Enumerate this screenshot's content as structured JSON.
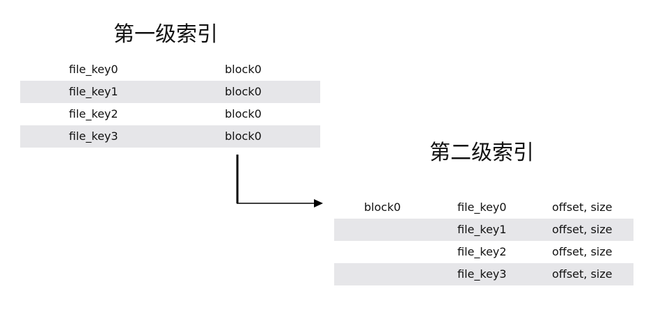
{
  "level1": {
    "title": "第一级索引",
    "rows": [
      {
        "key": "file_key0",
        "block": "block0"
      },
      {
        "key": "file_key1",
        "block": "block0"
      },
      {
        "key": "file_key2",
        "block": "block0"
      },
      {
        "key": "file_key3",
        "block": "block0"
      }
    ]
  },
  "level2": {
    "title": "第二级索引",
    "rows": [
      {
        "block": "block0",
        "key": "file_key0",
        "info": "offset, size"
      },
      {
        "block": "",
        "key": "file_key1",
        "info": "offset, size"
      },
      {
        "block": "",
        "key": "file_key2",
        "info": "offset, size"
      },
      {
        "block": "",
        "key": "file_key3",
        "info": "offset, size"
      }
    ]
  },
  "colors": {
    "row_shade": "#e6e6e9",
    "text": "#111111",
    "connector": "#000000"
  }
}
